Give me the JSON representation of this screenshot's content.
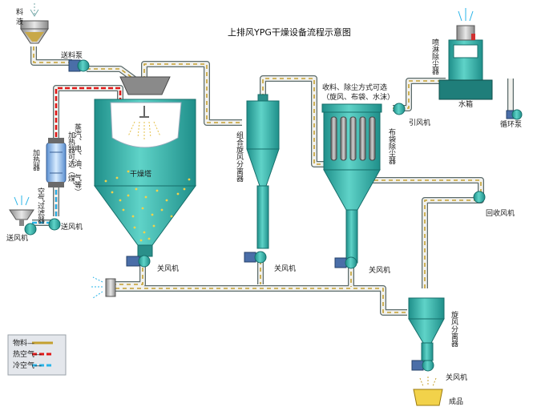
{
  "title": "上排风YPG干燥设备流程示意图",
  "labels": {
    "feed_1": "料",
    "feed_2": "液",
    "feed_pump": "送料泵",
    "heater": "加热器",
    "air_filter": "空气过滤器",
    "supply_fan": "送风机",
    "heat_source_1": "蒸汽、电、油、气等）",
    "heat_source_2": "加热器可选（煤、",
    "drying_tower": "干燥塔",
    "cyclone_1": "组合旋风分离器",
    "collection_1": "收料、除尘方式可选",
    "collection_2": "（旋风、布袋、水沫）",
    "bag_filter": "布袋除尘器",
    "induced_fan": "引风机",
    "scrubber": "喷淋除尘器",
    "water_tank": "水箱",
    "circ_pump": "循环泵",
    "recovery_fan": "回收风机",
    "rotary_valve": "关风机",
    "cyclone_2": "旋风分离器",
    "product": "成品"
  },
  "legend": {
    "material": "物料—",
    "hot_air": "热空气—",
    "cold_air": "冷空气—"
  },
  "colors": {
    "equipment": "#2aa6a0",
    "material_flow": "#c4a030",
    "hot_air": "#e01818",
    "cold_air": "#2ab4e8",
    "motor": "#4a6ea8"
  }
}
